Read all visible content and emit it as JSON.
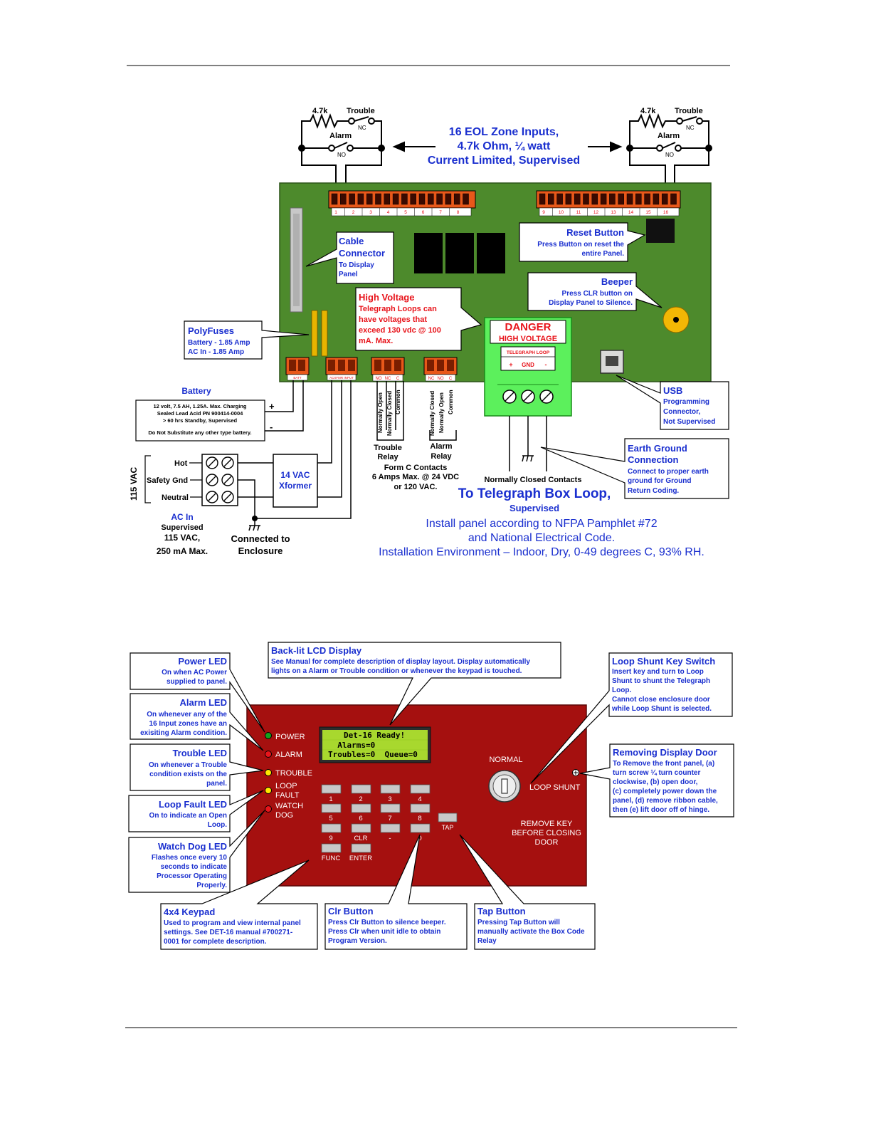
{
  "top": {
    "resistor_left": "4.7k",
    "trouble_left": "Trouble",
    "nc_left": "NC",
    "alarm_left": "Alarm",
    "no_left": "NO",
    "resistor_right": "4.7k",
    "trouble_right": "Trouble",
    "nc_right": "NC",
    "alarm_right": "Alarm",
    "no_right": "NO",
    "zone_title": [
      "16 EOL Zone Inputs,",
      "4.7k Ohm, ¼ watt",
      "Current Limited, Supervised"
    ],
    "terminal_numbers_left": [
      "1",
      "2",
      "3",
      "4",
      "5",
      "6",
      "7",
      "8"
    ],
    "terminal_numbers_right": [
      "9",
      "10",
      "11",
      "12",
      "13",
      "14",
      "15",
      "16"
    ],
    "cable": {
      "title1": "Cable",
      "title2": "Connector",
      "line1": "To Display",
      "line2": "Panel"
    },
    "reset": {
      "title": "Reset Button",
      "line1": "Press Button on reset the",
      "line2": "entire Panel."
    },
    "beeper": {
      "title": "Beeper",
      "line1": "Press CLR button on",
      "line2": "Display Panel to Silence."
    },
    "hv": {
      "title": "High Voltage",
      "line1": "Telegraph Loops can",
      "line2": "have voltages that",
      "line3": "exceed 130 vdc @ 100",
      "line4": "mA. Max."
    },
    "danger": {
      "title": "DANGER",
      "sub": "HIGH VOLTAGE",
      "loop": "TELEGRAPH LOOP",
      "plus": "+",
      "gnd": "GND",
      "minus": "-"
    },
    "polyfuses": {
      "title": "PolyFuses",
      "line1": "Battery - 1.85 Amp",
      "line2": "AC In - 1.85 Amp"
    },
    "usb": {
      "title": "USB",
      "line1": "Programming",
      "line2": "Connector,",
      "line3": "Not Supervised"
    },
    "battery": {
      "title": "Battery",
      "line1": "12 volt, 7.5 AH, 1.25A. Max. Charging",
      "line2": "Sealed Lead Acid PN 900414-0004",
      "line3": "> 60 hrs Standby, Supervised",
      "line4": "Do Not Substitute any other type battery.",
      "plus": "+",
      "minus": "-"
    },
    "conn_batt": "BATT",
    "conn_ac": "ACXFMR INPUT",
    "relay_labels": [
      "NO",
      "NC",
      "C",
      "NC",
      "NO",
      "C"
    ],
    "relay1_cols": [
      "Normally Open",
      "Normally Closed",
      "Common"
    ],
    "relay2_cols": [
      "Normally Closed",
      "Normally Open",
      "Common"
    ],
    "trouble_relay": [
      "Trouble",
      "Relay"
    ],
    "alarm_relay": [
      "Alarm",
      "Relay"
    ],
    "formc": [
      "Form C Contacts",
      "6 Amps Max. @ 24 VDC",
      "or 120 VAC."
    ],
    "earth": {
      "title1": "Earth Ground",
      "title2": "Connection",
      "line1": "Connect to proper earth",
      "line2": "ground for Ground",
      "line3": "Return Coding."
    },
    "nc_contacts": "Normally Closed Contacts",
    "telegraph_title": "To Telegraph Box Loop,",
    "telegraph_sub": "Supervised",
    "install": [
      "Install panel according to NFPA Pamphlet #72",
      "and National Electrical Code.",
      "Installation Environment – Indoor, Dry, 0-49 degrees C, 93% RH."
    ],
    "vac_side": "115 VAC",
    "hot": "Hot",
    "safety": "Safety Gnd",
    "neutral": "Neutral",
    "xformer": [
      "14 VAC",
      "Xformer"
    ],
    "acin": [
      "AC In",
      "Supervised",
      "115 VAC,",
      "250 mA Max."
    ],
    "enclosure": [
      "Connected to",
      "Enclosure"
    ]
  },
  "bottom": {
    "lcd_callout": {
      "title": "Back-lit LCD Display",
      "line1": "See Manual for complete description of display layout. Display automatically",
      "line2": "lights on a Alarm or Trouble condition or whenever the keypad is touched."
    },
    "lcd": {
      "line1": "Det-16 Ready!",
      "line2": "  Alarms=0",
      "line3": "Troubles=0  Queue=0"
    },
    "power_led": {
      "title": "Power LED",
      "line1": "On when AC Power",
      "line2": "supplied to panel."
    },
    "alarm_led": {
      "title": "Alarm LED",
      "line1": "On whenever any of the",
      "line2": "16 Input zones have an",
      "line3": "exisiting Alarm condition."
    },
    "trouble_led": {
      "title": "Trouble LED",
      "line1": "On whenever a Trouble",
      "line2": "condition exists on the",
      "line3": "panel."
    },
    "loopfault_led": {
      "title": "Loop Fault LED",
      "line1": "On to indicate an Open",
      "line2": "Loop."
    },
    "watchdog_led": {
      "title": "Watch Dog LED",
      "line1": "Flashes once every 10",
      "line2": "seconds to indicate",
      "line3": "Processor Operating",
      "line4": "Properly."
    },
    "leds": [
      "POWER",
      "ALARM",
      "TROUBLE",
      "LOOP",
      "FAULT",
      "WATCH",
      "DOG"
    ],
    "led_colors": {
      "power": "#12a31c",
      "alarm": "#e8141b",
      "trouble": "#ffe600",
      "loop": "#ffe600",
      "watch": "#e8141b"
    },
    "keys": [
      "1",
      "2",
      "3",
      "4",
      "5",
      "6",
      "7",
      "8",
      "9",
      "CLR",
      "-",
      "0",
      "FUNC",
      "ENTER"
    ],
    "tap": "TAP",
    "normal": "NORMAL",
    "loop_shunt": "LOOP SHUNT",
    "remove_key": [
      "REMOVE KEY",
      "BEFORE CLOSING",
      "DOOR"
    ],
    "shunt_callout": {
      "title": "Loop Shunt Key Switch",
      "line1": "Insert key and turn to Loop",
      "line2": "Shunt to shunt the Telegraph",
      "line3": "Loop.",
      "line4": "Cannot close enclosure door",
      "line5": "while Loop Shunt is selected."
    },
    "door_callout": {
      "title": "Removing Display Door",
      "line1": "To Remove the front panel, (a)",
      "line2": "turn screw ¼ turn counter",
      "line3": "clockwise,  (b) open door,",
      "line4": "(c) completely power down the",
      "line5": "panel, (d) remove ribbon cable,",
      "line6": "then (e) lift door off of hinge."
    },
    "keypad_callout": {
      "title": "4x4 Keypad",
      "line1": "Used to program and view internal panel",
      "line2": "settings. See DET-16 manual #700271-",
      "line3": "0001 for complete description."
    },
    "clr_callout": {
      "title": "Clr Button",
      "line1": "Press Clr Button to silence beeper.",
      "line2": "Press Clr when unit idle to obtain",
      "line3": "Program Version."
    },
    "tap_callout": {
      "title": "Tap Button",
      "line1": "Pressing Tap Button will",
      "line2": "manually activate the Box Code",
      "line3": "Relay"
    }
  },
  "colors": {
    "board": "#4d8a2c",
    "panel": "#a5100f",
    "callout_text": "#1a2fcf",
    "danger_green": "#5cf05c"
  }
}
